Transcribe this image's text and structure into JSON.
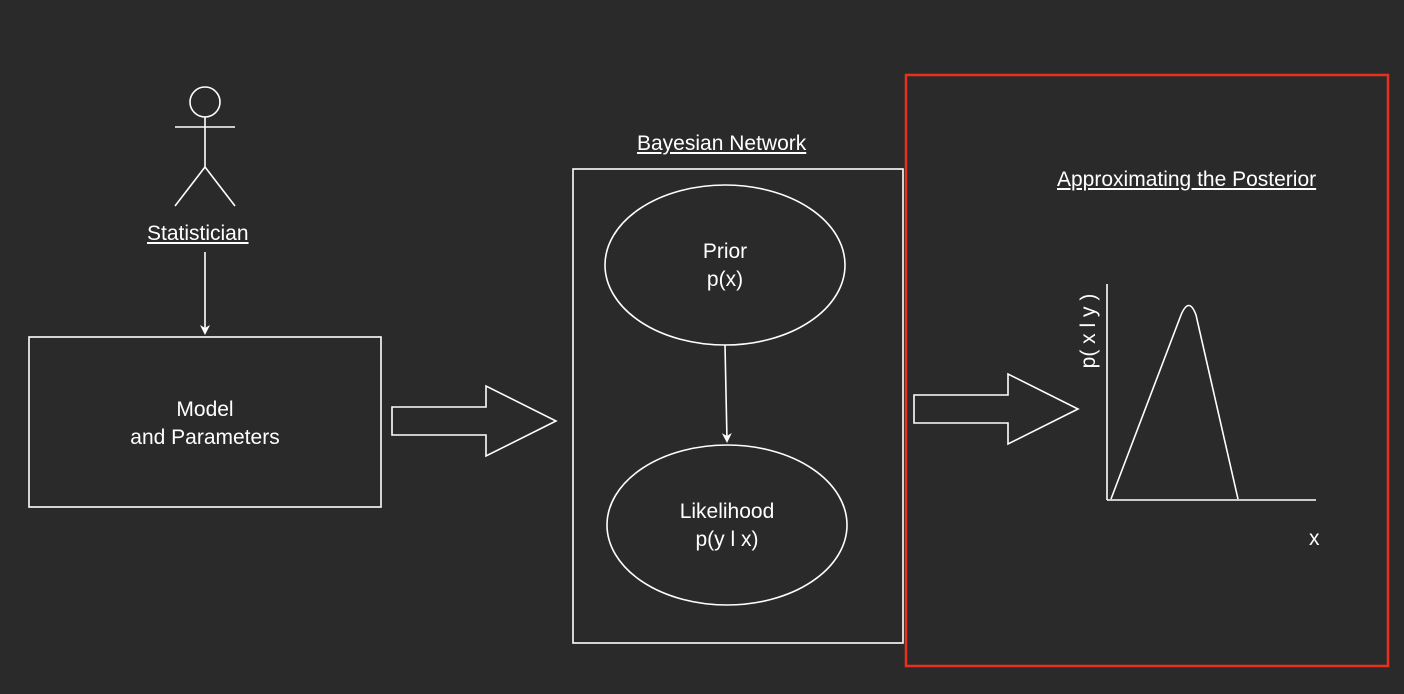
{
  "colors": {
    "background": "#2a2a2a",
    "stroke": "#ffffff",
    "highlight": "#e8301c"
  },
  "actor": {
    "label": "Statistician",
    "icon": "stick-figure-icon"
  },
  "model_box": {
    "line1": "Model",
    "line2": "and Parameters"
  },
  "network": {
    "title": "Bayesian Network",
    "prior": {
      "line1": "Prior",
      "line2": "p(x)"
    },
    "likelihood": {
      "line1": "Likelihood",
      "line2": "p(y l x)"
    }
  },
  "posterior": {
    "title": "Approximating the Posterior",
    "y_label": "p( x l y )",
    "x_label": "x"
  }
}
